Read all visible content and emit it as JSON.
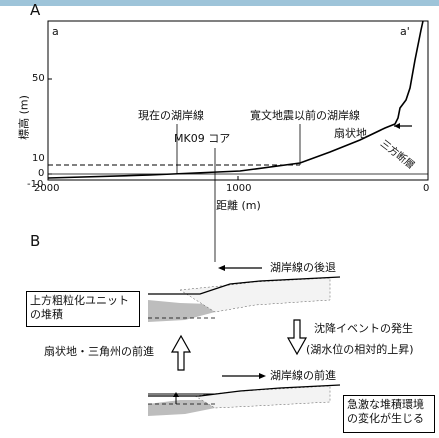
{
  "panel_a": {
    "letter": "A",
    "left_label": "a",
    "right_label": "a'",
    "y_axis_label": "標高 (m)",
    "x_axis_label": "距離 (m)",
    "y_ticks": [
      "50",
      "10",
      "0",
      "-10"
    ],
    "x_ticks": [
      "2000",
      "1000",
      "0"
    ],
    "annotations": {
      "current_shoreline": "現在の湖岸線",
      "pre_kanbun_shoreline": "寛文地震以前の湖岸線",
      "core": "MK09 コア",
      "fan": "扇状地",
      "fault": "三方断層"
    }
  },
  "panel_b": {
    "letter": "B",
    "retreat": "湖岸線の後退",
    "upper_unit_line1": "上方粗粒化ユニット",
    "upper_unit_line2": "の堆積",
    "subsidence_line1": "沈降イベントの発生",
    "subsidence_line2": "(湖水位の相対的上昇)",
    "advance_fan": "扇状地・三角州の前進",
    "advance_shore": "湖岸線の前進",
    "rapid_line1": "急激な堆積環境",
    "rapid_line2": "の変化が生じる"
  },
  "colors": {
    "header": "#9ec4d9",
    "sediment_gray": "#bdbdbd"
  }
}
